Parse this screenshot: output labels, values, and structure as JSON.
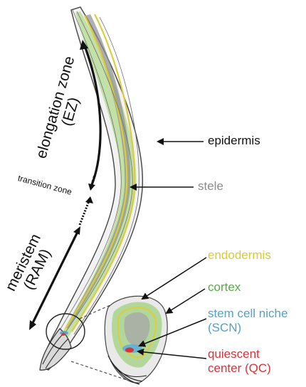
{
  "labels": {
    "epidermis": "epidermis",
    "stele": "stele",
    "endodermis": "endodermis",
    "cortex": "cortex",
    "stem_cell_niche_line1": "stem cell niche",
    "stem_cell_niche_line2": "(SCN)",
    "quiescent_center_line1": "quiescent",
    "quiescent_center_line2": "center (QC)",
    "elongation_zone_line1": "elongation zone",
    "elongation_zone_line2": "(EZ)",
    "transition_zone": "transition zone",
    "meristem_line1": "meristem",
    "meristem_line2": "(RAM)"
  },
  "colors": {
    "epidermis": "#111111",
    "stele": "#8c8c8c",
    "endodermis": "#d8c93a",
    "cortex": "#5aa84a",
    "stem_cell_niche": "#4fa3c9",
    "quiescent_center": "#d6333a",
    "zone_arrows": "#111111",
    "root_outline": "#555555",
    "cortex_fill": "#a9d48c",
    "endodermis_fill": "#e8e07a"
  }
}
